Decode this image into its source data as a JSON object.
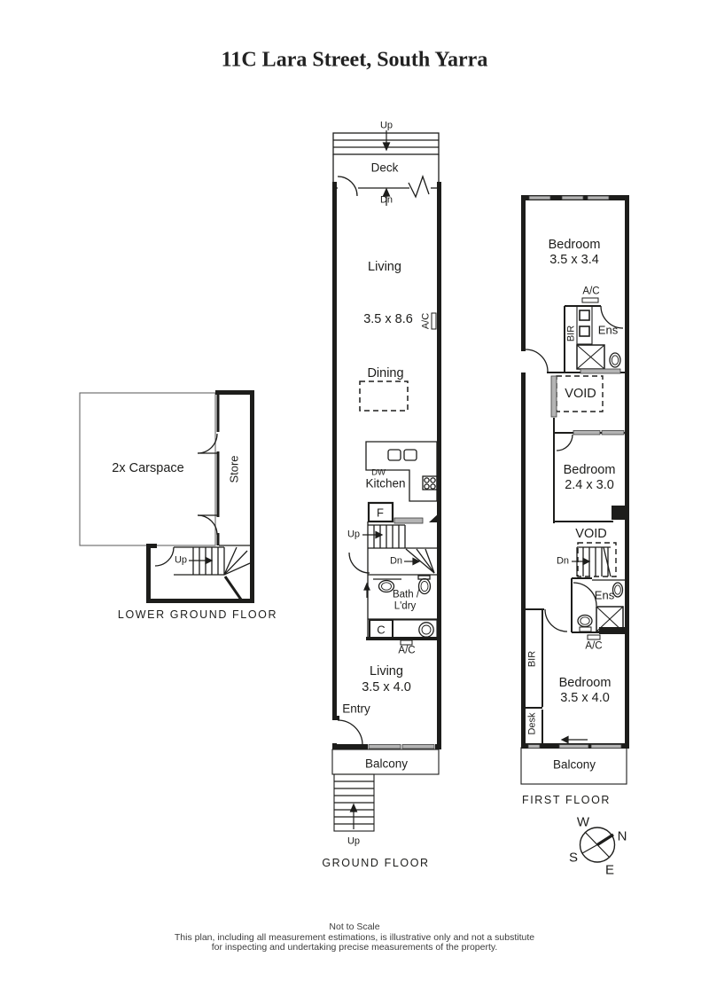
{
  "page": {
    "title": "11C Lara Street, South Yarra"
  },
  "lower_ground_floor": {
    "name": "LOWER GROUND FLOOR",
    "carspace": "2x Carspace",
    "store": "Store",
    "stairs_up": "Up"
  },
  "ground_floor": {
    "name": "GROUND FLOOR",
    "deck": "Deck",
    "deck_up": "Up",
    "deck_dn": "Dn",
    "living": "Living",
    "living_dims": "3.5 x 8.6",
    "ac_living": "A/C",
    "dining": "Dining",
    "dishwasher": "DW",
    "kitchen": "Kitchen",
    "fridge": "F",
    "stairs_up": "Up",
    "stairs_dn": "Dn",
    "bath_line1": "Bath /",
    "bath_line2": "L'dry",
    "cupboard": "C",
    "ac_lower": "A/C",
    "living2": "Living",
    "living2_dims": "3.5 x 4.0",
    "entry": "Entry",
    "balcony": "Balcony",
    "balcony_up": "Up"
  },
  "first_floor": {
    "name": "FIRST FLOOR",
    "bedroom1": "Bedroom",
    "bedroom1_dims": "3.5 x 3.4",
    "ac_top": "A/C",
    "bir_top": "BIR",
    "ens_top": "Ens",
    "void_top": "VOID",
    "bedroom2": "Bedroom",
    "bedroom2_dims": "2.4 x 3.0",
    "void_mid": "VOID",
    "stairs_dn": "Dn",
    "ens_lower": "Ens",
    "ac_lower": "A/C",
    "bir_lower": "BIR",
    "desk": "Desk",
    "bedroom3": "Bedroom",
    "bedroom3_dims": "3.5 x 4.0",
    "balcony": "Balcony"
  },
  "compass": {
    "north": "N",
    "south": "S",
    "east": "E",
    "west": "W"
  },
  "footer": {
    "scale_note": "Not to Scale",
    "disclaimer_line1": "This plan, including all measurement estimations, is illustrative only and not a substitute",
    "disclaimer_line2": "for inspecting and undertaking precise measurements of the property."
  },
  "colors": {
    "wall": "#1d1d1b",
    "window": "#b4b4b4",
    "background": "#ffffff"
  }
}
